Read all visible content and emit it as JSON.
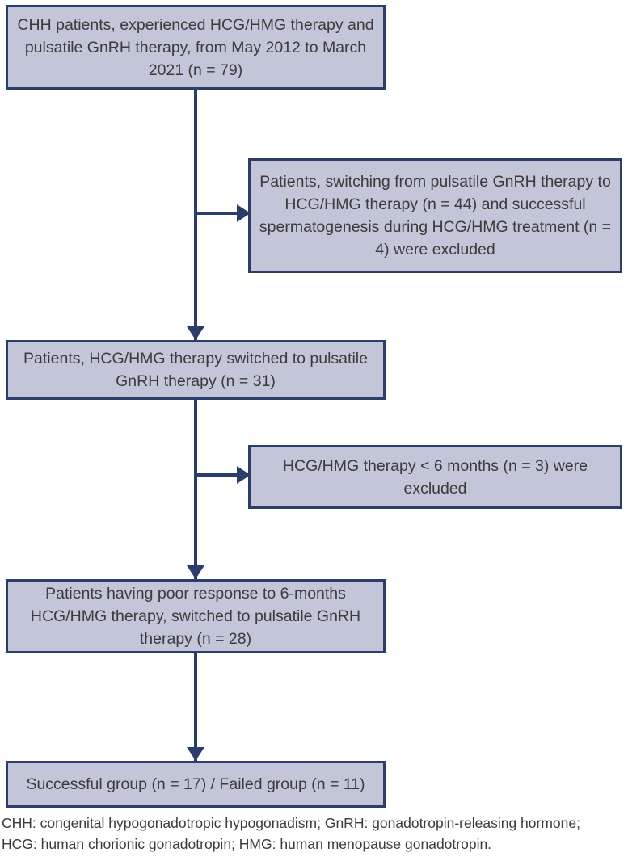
{
  "diagram": {
    "type": "flowchart",
    "orientation": "vertical",
    "colors": {
      "node_fill": "#c3c5d8",
      "node_border": "#2b3d6b",
      "connector": "#2b3d6b",
      "text": "#3b3b3b",
      "background": "#ffffff"
    },
    "nodes": [
      {
        "id": "enrollment",
        "kind": "primary",
        "text": "CHH patients, experienced HCG/HMG therapy and pulsatile GnRH therapy, from May 2012 to March 2021 (n = 79)",
        "n": 79
      },
      {
        "id": "exclusion-1",
        "kind": "exclusion",
        "text": "Patients, switching from pulsatile GnRH therapy to HCG/HMG therapy (n = 44) and successful spermatogenesis during HCG/HMG treatment (n = 4) were excluded",
        "n": [
          44,
          4
        ]
      },
      {
        "id": "switched",
        "kind": "primary",
        "text": "Patients, HCG/HMG therapy switched to pulsatile GnRH therapy (n = 31)",
        "n": 31
      },
      {
        "id": "exclusion-2",
        "kind": "exclusion",
        "text": "HCG/HMG therapy < 6 months (n = 3) were excluded",
        "n": 3
      },
      {
        "id": "poor-response",
        "kind": "primary",
        "text": "Patients having poor response to 6-months HCG/HMG therapy, switched to pulsatile GnRH therapy (n = 28)",
        "n": 28
      },
      {
        "id": "outcome",
        "kind": "primary",
        "text": "Successful group (n = 17) / Failed group (n = 11)",
        "n": [
          17,
          11
        ]
      }
    ]
  },
  "footnote": {
    "line1": "CHH: congenital hypogonadotropic hypogonadism; GnRH: gonadotropin-releasing hormone;",
    "line2": "HCG: human chorionic gonadotropin; HMG: human menopause gonadotropin."
  }
}
